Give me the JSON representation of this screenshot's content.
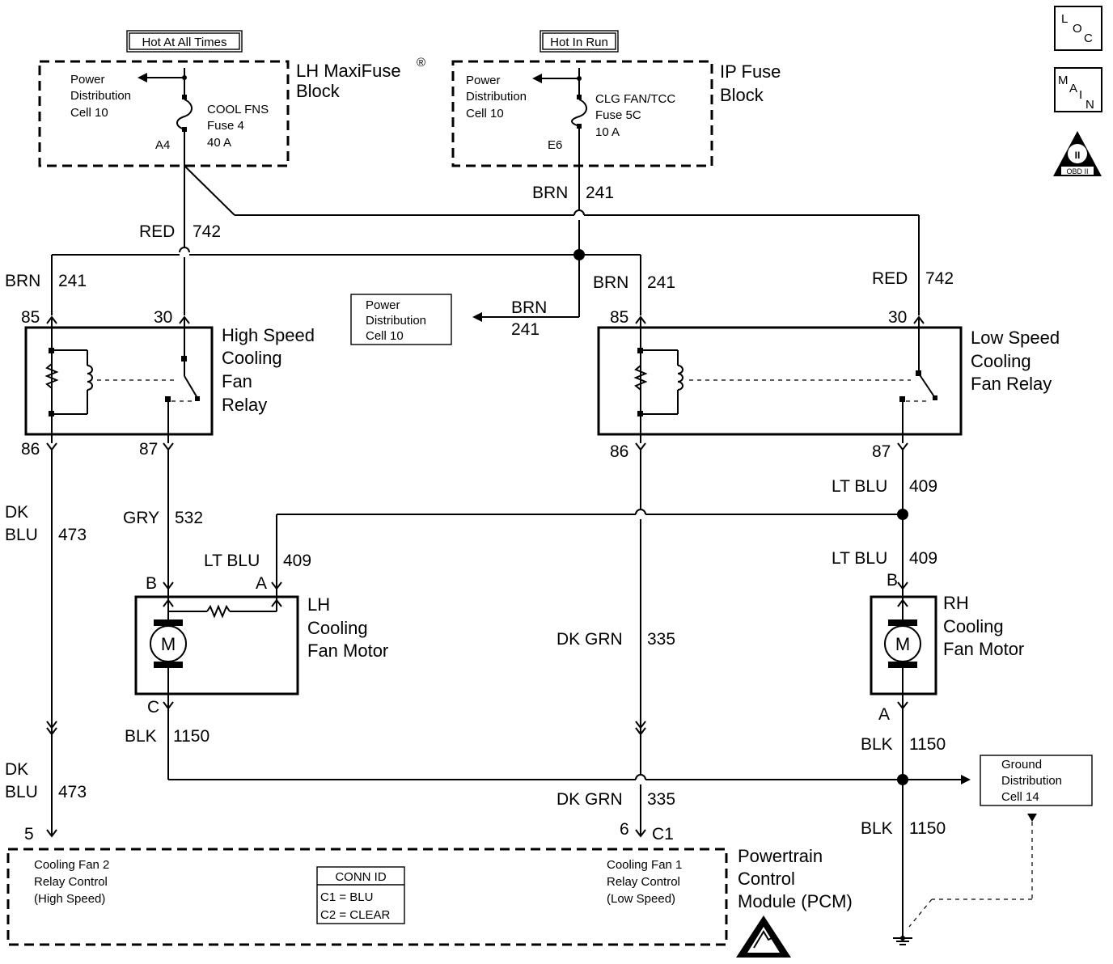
{
  "header_labels": {
    "hot_all_times": "Hot At All Times",
    "hot_in_run": "Hot In Run"
  },
  "lh_maxifuse": {
    "title_line1": "LH MaxiFuse",
    "title_sup": "®",
    "title_line2": "Block",
    "pd_line1": "Power",
    "pd_line2": "Distribution",
    "pd_line3": "Cell 10",
    "fuse_line1": "COOL FNS",
    "fuse_line2": "Fuse 4",
    "fuse_line3": "40 A",
    "terminal": "A4"
  },
  "ip_fuse": {
    "title_line1": "IP Fuse",
    "title_line2": "Block",
    "pd_line1": "Power",
    "pd_line2": "Distribution",
    "pd_line3": "Cell 10",
    "fuse_line1": "CLG FAN/TCC",
    "fuse_line2": "Fuse 5C",
    "fuse_line3": "10 A",
    "terminal": "E6"
  },
  "wires": {
    "brn_241_top_color": "BRN",
    "brn_241_top_num": "241",
    "red_742_left_color": "RED",
    "red_742_left_num": "742",
    "brn_241_left_color": "BRN",
    "brn_241_left_num": "241",
    "brn_241_mid_color": "BRN",
    "brn_241_mid_num": "241",
    "brn_241_pd_color": "BRN",
    "brn_241_pd_num": "241",
    "red_742_right_color": "RED",
    "red_742_right_num": "742",
    "gry_532_color": "GRY",
    "gry_532_num": "532",
    "ltblu_409_lh_color": "LT BLU",
    "ltblu_409_lh_num": "409",
    "ltblu_409_r1_color": "LT BLU",
    "ltblu_409_r1_num": "409",
    "ltblu_409_r2_color": "LT BLU",
    "ltblu_409_r2_num": "409",
    "dkblu_473_a_color1": "DK",
    "dkblu_473_a_color2": "BLU",
    "dkblu_473_a_num": "473",
    "dkblu_473_b_color1": "DK",
    "dkblu_473_b_color2": "BLU",
    "dkblu_473_b_num": "473",
    "dkgrn_335_a_color": "DK GRN",
    "dkgrn_335_a_num": "335",
    "dkgrn_335_b_color": "DK GRN",
    "dkgrn_335_b_num": "335",
    "blk_1150_lh_color": "BLK",
    "blk_1150_lh_num": "1150",
    "blk_1150_r1_color": "BLK",
    "blk_1150_r1_num": "1150",
    "blk_1150_r2_color": "BLK",
    "blk_1150_r2_num": "1150"
  },
  "power_dist_box": {
    "line1": "Power",
    "line2": "Distribution",
    "line3": "Cell 10"
  },
  "high_speed_relay": {
    "line1": "High Speed",
    "line2": "Cooling",
    "line3": "Fan",
    "line4": "Relay",
    "pin_85": "85",
    "pin_30": "30",
    "pin_86": "86",
    "pin_87": "87"
  },
  "low_speed_relay": {
    "line1": "Low Speed",
    "line2": "Cooling",
    "line3": "Fan Relay",
    "pin_85": "85",
    "pin_30": "30",
    "pin_86": "86",
    "pin_87": "87"
  },
  "lh_motor": {
    "line1": "LH",
    "line2": "Cooling",
    "line3": "Fan Motor",
    "pin_b": "B",
    "pin_a": "A",
    "pin_c": "C",
    "symbol": "M"
  },
  "rh_motor": {
    "line1": "RH",
    "line2": "Cooling",
    "line3": "Fan Motor",
    "pin_b": "B",
    "pin_a": "A",
    "symbol": "M"
  },
  "ground_dist": {
    "line1": "Ground",
    "line2": "Distribution",
    "line3": "Cell 14"
  },
  "pcm": {
    "title_line1": "Powertrain",
    "title_line2": "Control",
    "title_line3": "Module (PCM)",
    "pin_5": "5",
    "pin_6": "6",
    "connector": "C1",
    "ctrl2_line1": "Cooling Fan 2",
    "ctrl2_line2": "Relay Control",
    "ctrl2_line3": "(High Speed)",
    "ctrl1_line1": "Cooling Fan 1",
    "ctrl1_line2": "Relay Control",
    "ctrl1_line3": "(Low Speed)",
    "conn_id_title": "CONN ID",
    "conn_id_c1": "C1 = BLU",
    "conn_id_c2": "C2 = CLEAR"
  },
  "nav_icons": {
    "loc_l": "L",
    "loc_o": "O",
    "loc_c": "C",
    "main_m": "M",
    "main_a": "A",
    "main_i": "I",
    "main_n": "N",
    "obd_label": "OBD II",
    "obd_roman": "II"
  }
}
